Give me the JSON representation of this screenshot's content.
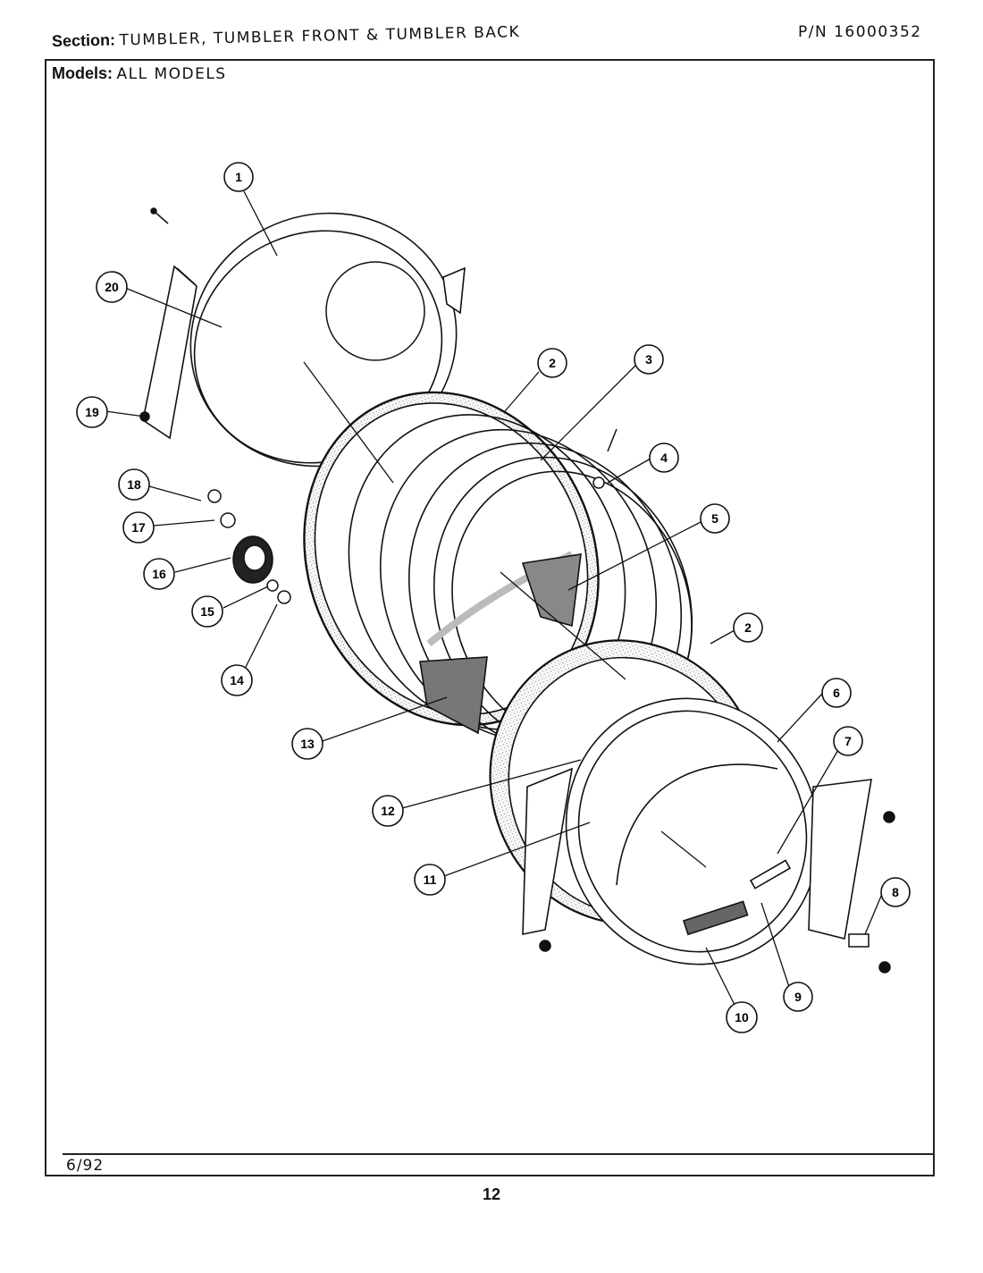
{
  "header": {
    "section_label": "Section:",
    "section_value": "TUMBLER, TUMBLER FRONT & TUMBLER BACK",
    "models_label": "Models:",
    "models_value": "ALL MODELS",
    "part_number": "P/N 16000352"
  },
  "footer": {
    "date_code": "6/92",
    "page_number": "12"
  },
  "callouts": [
    "1",
    "2",
    "3",
    "4",
    "5",
    "2",
    "6",
    "7",
    "8",
    "9",
    "10",
    "11",
    "12",
    "13",
    "14",
    "15",
    "16",
    "17",
    "18",
    "19",
    "20"
  ],
  "colors": {
    "ink": "#111111",
    "paper": "#ffffff",
    "stipple": "#9a9a9a"
  }
}
